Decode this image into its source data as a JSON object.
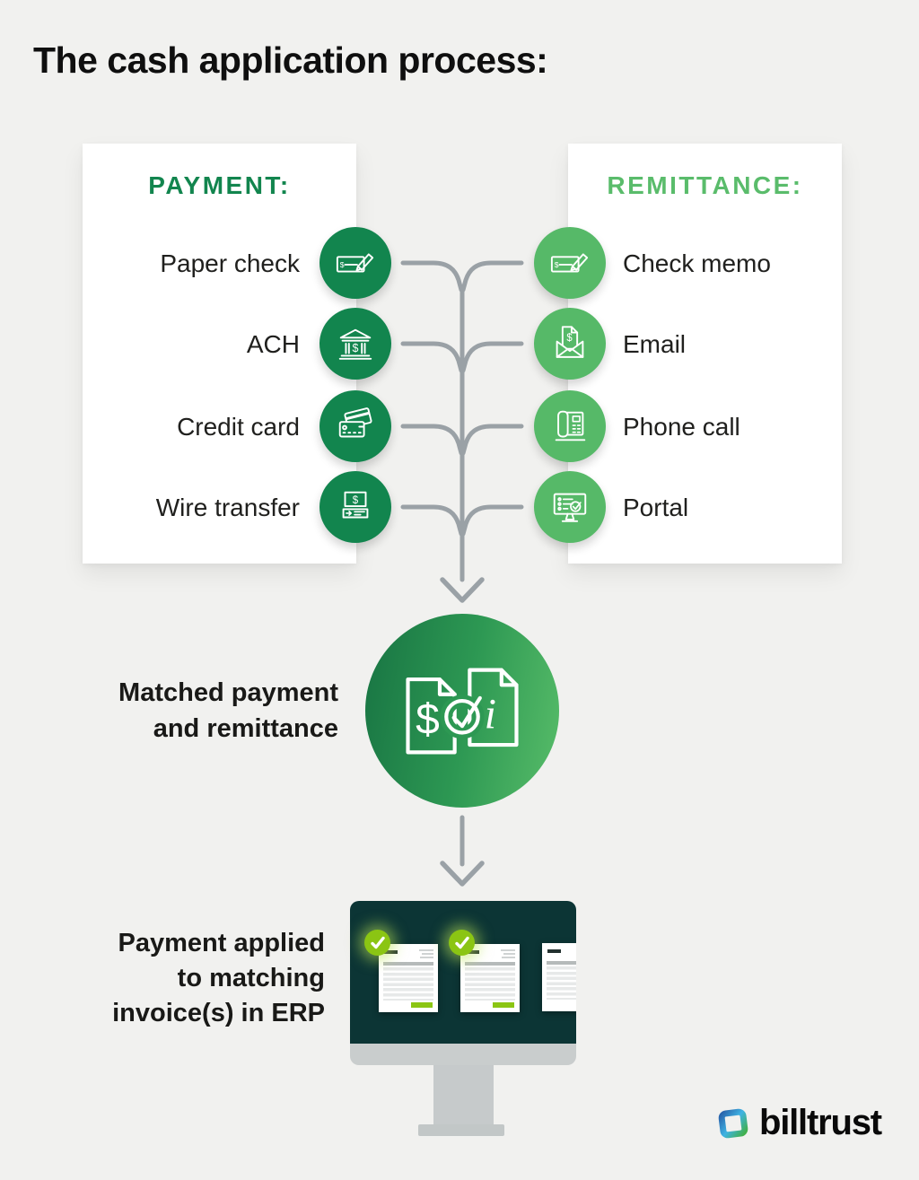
{
  "title": "The cash application process:",
  "payment": {
    "header": "PAYMENT:",
    "items": [
      {
        "label": "Paper check",
        "icon": "check-pen-icon"
      },
      {
        "label": "ACH",
        "icon": "bank-icon"
      },
      {
        "label": "Credit card",
        "icon": "credit-cards-icon"
      },
      {
        "label": "Wire transfer",
        "icon": "wire-transfer-icon"
      }
    ]
  },
  "remittance": {
    "header": "REMITTANCE:",
    "items": [
      {
        "label": "Check memo",
        "icon": "check-pen-icon"
      },
      {
        "label": "Email",
        "icon": "envelope-dollar-icon"
      },
      {
        "label": "Phone call",
        "icon": "desk-phone-icon"
      },
      {
        "label": "Portal",
        "icon": "monitor-checklist-icon"
      }
    ]
  },
  "matched": {
    "lines": [
      "Matched payment",
      "and remittance"
    ],
    "icon": "matched-documents-icon"
  },
  "erp": {
    "lines": [
      "Payment applied",
      "to matching",
      "invoice(s) in ERP"
    ]
  },
  "glyphs": {
    "dollar": "$",
    "invoice_letter": "i"
  },
  "logo": {
    "text": "billtrust"
  },
  "colors": {
    "background": "#f1f1ef",
    "payment_green": "#12854e",
    "remittance_green": "#56b968",
    "connector_gray": "#9aa1a6",
    "screen_teal": "#0c3535",
    "lime_check": "#8bc513",
    "gradient_start": "#187443",
    "gradient_end": "#58bd69",
    "logo_blue": "#2a65ad",
    "logo_cyan": "#3fb3e3",
    "logo_green": "#41b04b"
  }
}
